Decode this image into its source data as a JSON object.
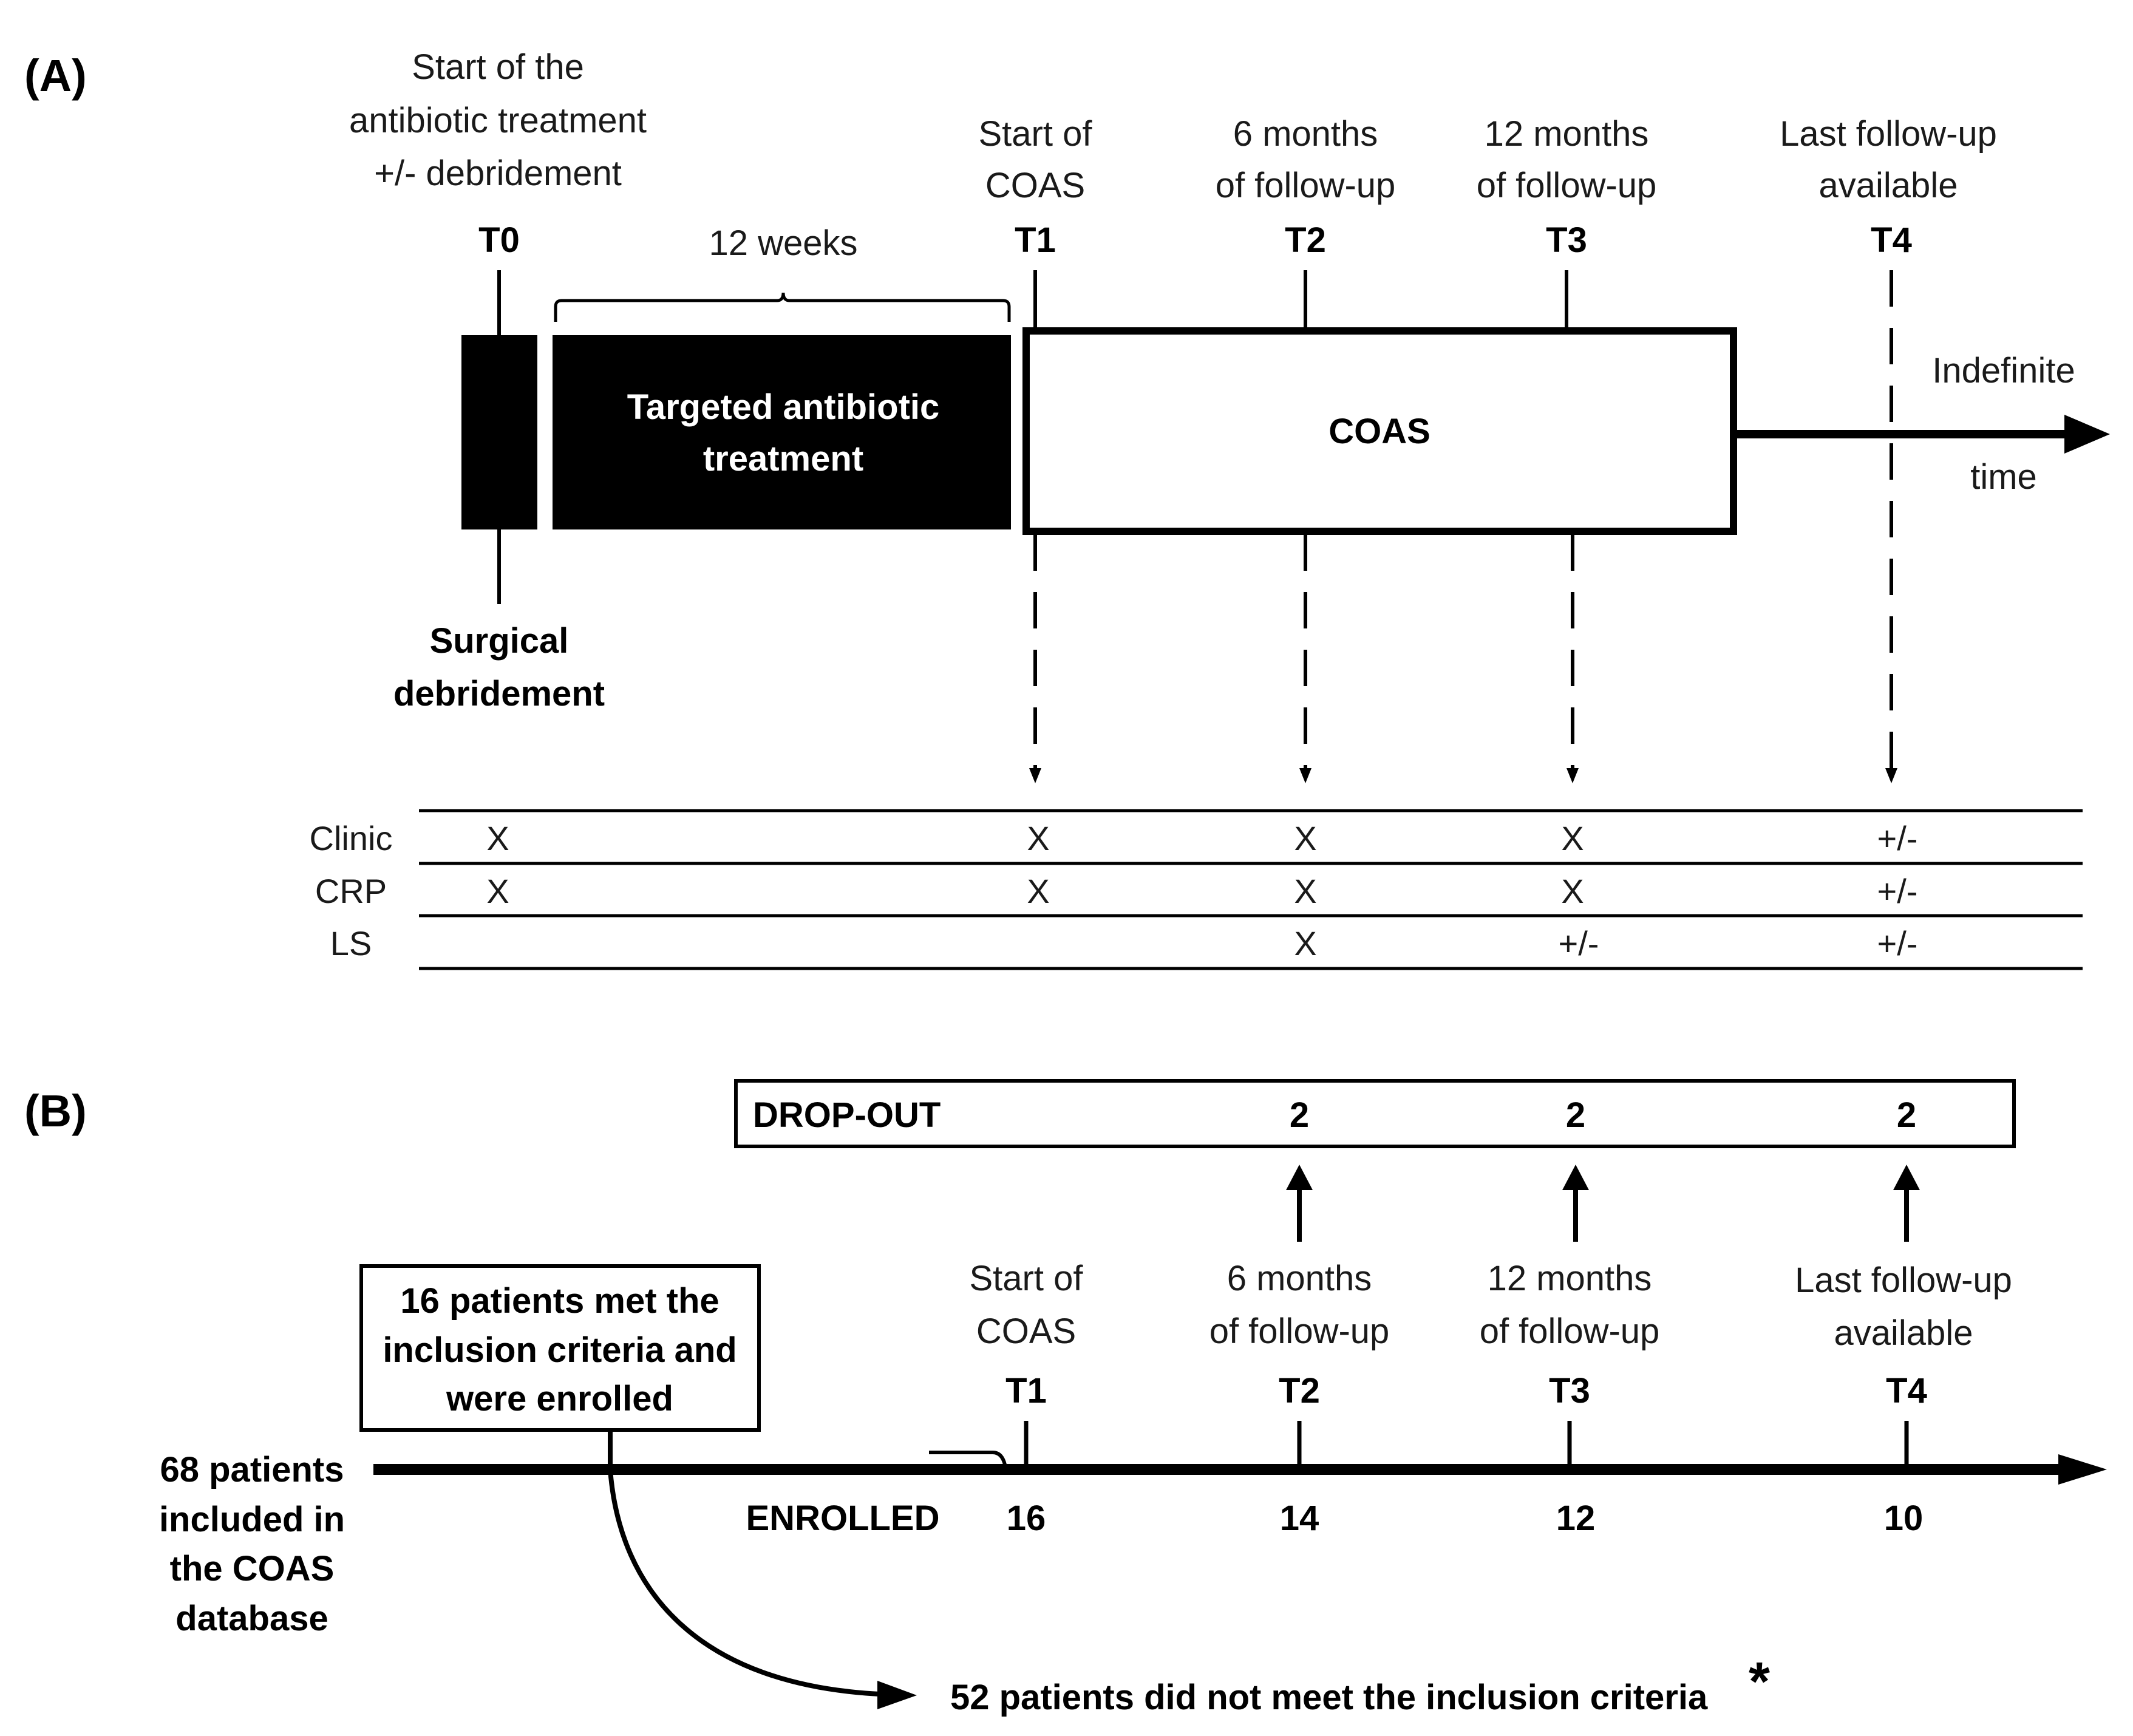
{
  "panel_a": {
    "label": "(A)",
    "timepoints": [
      {
        "id": "T0",
        "lines": [
          "Start of the",
          "antibiotic treatment",
          "+/- debridement"
        ]
      },
      {
        "id": "T1",
        "lines": [
          "Start of",
          "COAS"
        ]
      },
      {
        "id": "T2",
        "lines": [
          "6 months",
          "of follow-up"
        ]
      },
      {
        "id": "T3",
        "lines": [
          "12 months",
          "of follow-up"
        ]
      },
      {
        "id": "T4",
        "lines": [
          "Last follow-up",
          "available"
        ]
      }
    ],
    "duration_label": "12 weeks",
    "treatment_box": [
      "Targeted antibiotic",
      "treatment"
    ],
    "coas_box": "COAS",
    "indefinite": [
      "Indefinite",
      "time"
    ],
    "surgical": [
      "Surgical",
      "debridement"
    ],
    "table": {
      "rows": [
        {
          "label": "Clinic",
          "cells": [
            "X",
            "X",
            "X",
            "X",
            "+/-"
          ]
        },
        {
          "label": "CRP",
          "cells": [
            "X",
            "X",
            "X",
            "X",
            "+/-"
          ]
        },
        {
          "label": "LS",
          "cells": [
            "",
            "",
            "X",
            "+/-",
            "+/-"
          ]
        }
      ]
    }
  },
  "panel_b": {
    "label": "(B)",
    "dropout": {
      "label": "DROP-OUT",
      "values": [
        "2",
        "2",
        "2"
      ]
    },
    "timepoints": [
      {
        "id": "T1",
        "lines": [
          "Start of",
          "COAS"
        ]
      },
      {
        "id": "T2",
        "lines": [
          "6 months",
          "of follow-up"
        ]
      },
      {
        "id": "T3",
        "lines": [
          "12 months",
          "of follow-up"
        ]
      },
      {
        "id": "T4",
        "lines": [
          "Last follow-up",
          "available"
        ]
      }
    ],
    "enrolled": {
      "label": "ENROLLED",
      "values": [
        "16",
        "14",
        "12",
        "10"
      ]
    },
    "included": [
      "68 patients",
      "included in",
      "the COAS",
      "database"
    ],
    "met_box": [
      "16 patients met the",
      "inclusion criteria and",
      "were enrolled"
    ],
    "not_met": "52 patients did not meet the inclusion criteria",
    "asterisk": "*"
  }
}
